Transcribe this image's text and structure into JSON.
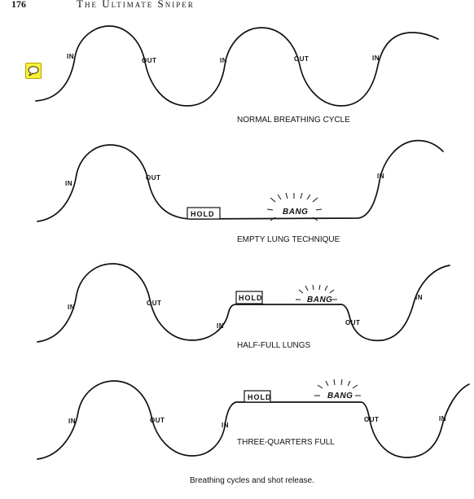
{
  "header": {
    "page_number": "176",
    "book_title": "The Ultimate Sniper"
  },
  "comment_icon": "speech-bubble-icon",
  "diagrams": [
    {
      "caption": "NORMAL BREATHING CYCLE",
      "in_label_1": "IN",
      "out_label_1": "OUT",
      "in_label_2": "IN",
      "out_label_2": "OUT",
      "in_label_3": "IN"
    },
    {
      "caption": "EMPTY LUNG TECHNIQUE",
      "in_label_1": "IN",
      "out_label_1": "OUT",
      "hold_label": "HOLD",
      "bang_label": "BANG",
      "in_label_2": "IN"
    },
    {
      "caption": "HALF-FULL LUNGS",
      "in_label_1": "IN",
      "out_label_1": "OUT",
      "in_label_2": "IN",
      "hold_label": "HOLD",
      "bang_label": "BANG",
      "out_label_2": "OUT",
      "in_label_3": "IN"
    },
    {
      "caption": "THREE-QUARTERS FULL",
      "in_label_1": "IN",
      "out_label_1": "OUT",
      "in_label_2": "IN",
      "hold_label": "HOLD",
      "bang_label": "BANG",
      "out_label_2": "OUT",
      "in_label_3": "IN"
    }
  ],
  "figure_caption": "Breathing cycles and shot release."
}
